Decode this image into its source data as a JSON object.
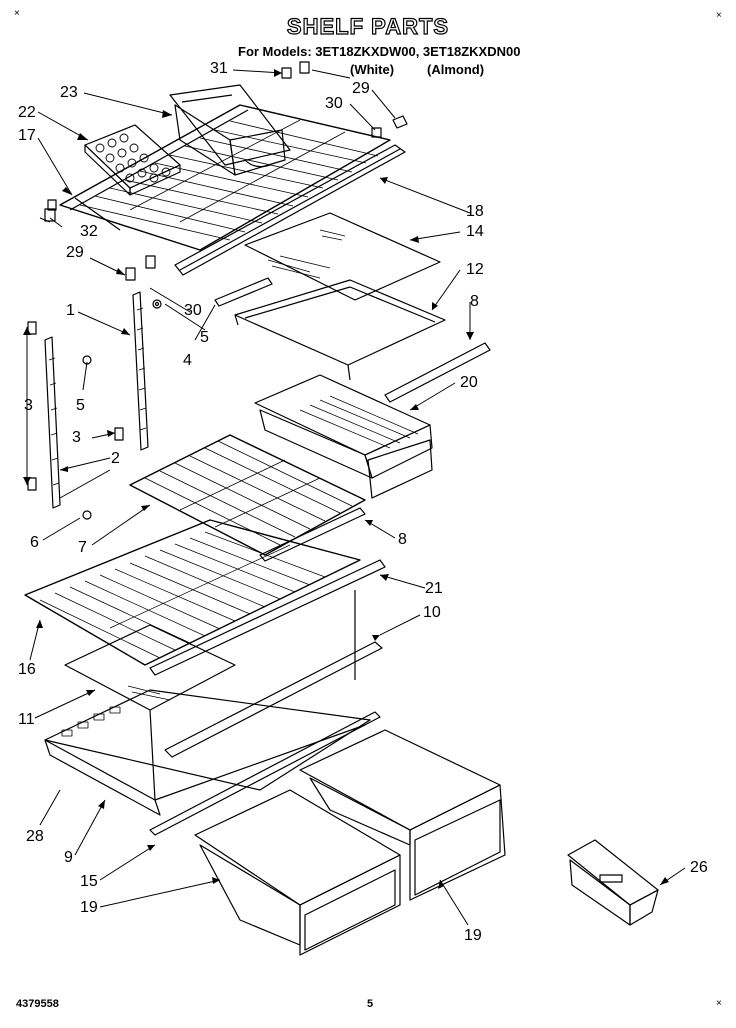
{
  "header": {
    "title": "SHELF PARTS",
    "models_line": "For Models: 3ET18ZKXDW00, 3ET18ZKXDN00",
    "variant_white": "(White)",
    "variant_almond": "(Almond)"
  },
  "callouts": {
    "c1": "1",
    "c2": "2",
    "c3a": "3",
    "c3b": "3",
    "c4": "4",
    "c5a": "5",
    "c5b": "5",
    "c6": "6",
    "c7": "7",
    "c8a": "8",
    "c8b": "8",
    "c9": "9",
    "c10": "10",
    "c11": "11",
    "c12": "12",
    "c14": "14",
    "c15": "15",
    "c16": "16",
    "c17": "17",
    "c18": "18",
    "c19a": "19",
    "c19b": "19",
    "c20": "20",
    "c21": "21",
    "c22": "22",
    "c23": "23",
    "c26": "26",
    "c28": "28",
    "c29a": "29",
    "c29b": "29",
    "c30a": "30",
    "c30b": "30",
    "c31": "31",
    "c32": "32"
  },
  "footer": {
    "doc_number": "4379558",
    "page_number": "5"
  },
  "corner_marks": {
    "mark": "×"
  }
}
